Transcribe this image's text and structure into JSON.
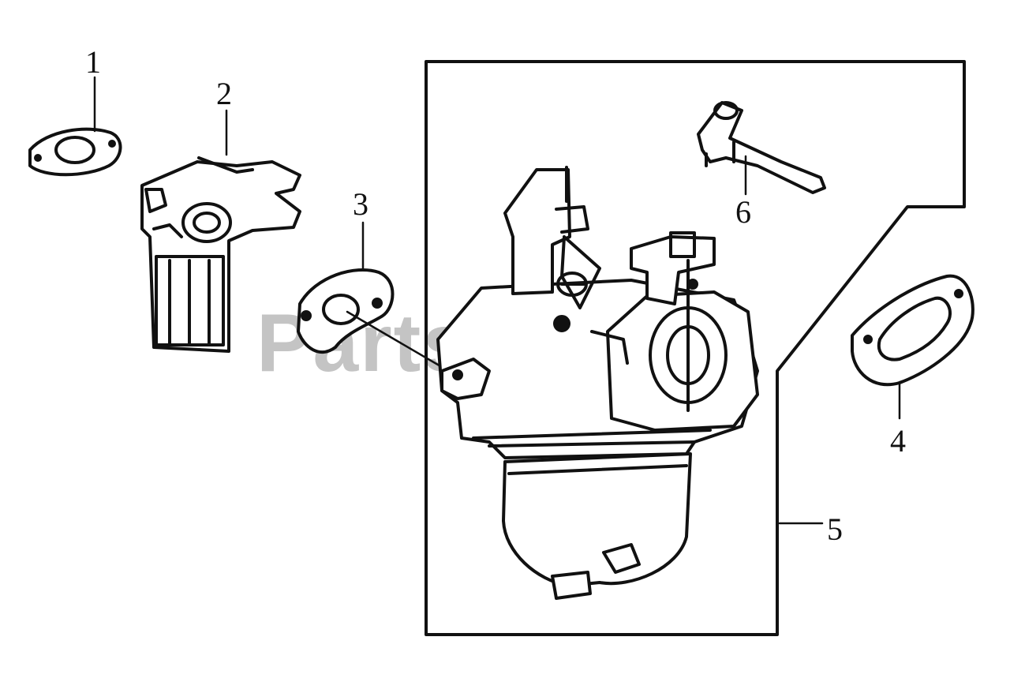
{
  "diagram": {
    "watermark": "PartsTree",
    "callouts": [
      {
        "id": "1",
        "label": "1"
      },
      {
        "id": "2",
        "label": "2"
      },
      {
        "id": "3",
        "label": "3"
      },
      {
        "id": "4",
        "label": "4"
      },
      {
        "id": "5",
        "label": "5"
      },
      {
        "id": "6",
        "label": "6"
      }
    ],
    "colors": {
      "ink": "#111111",
      "watermark": "#c4c4c4",
      "background": "#ffffff"
    }
  }
}
